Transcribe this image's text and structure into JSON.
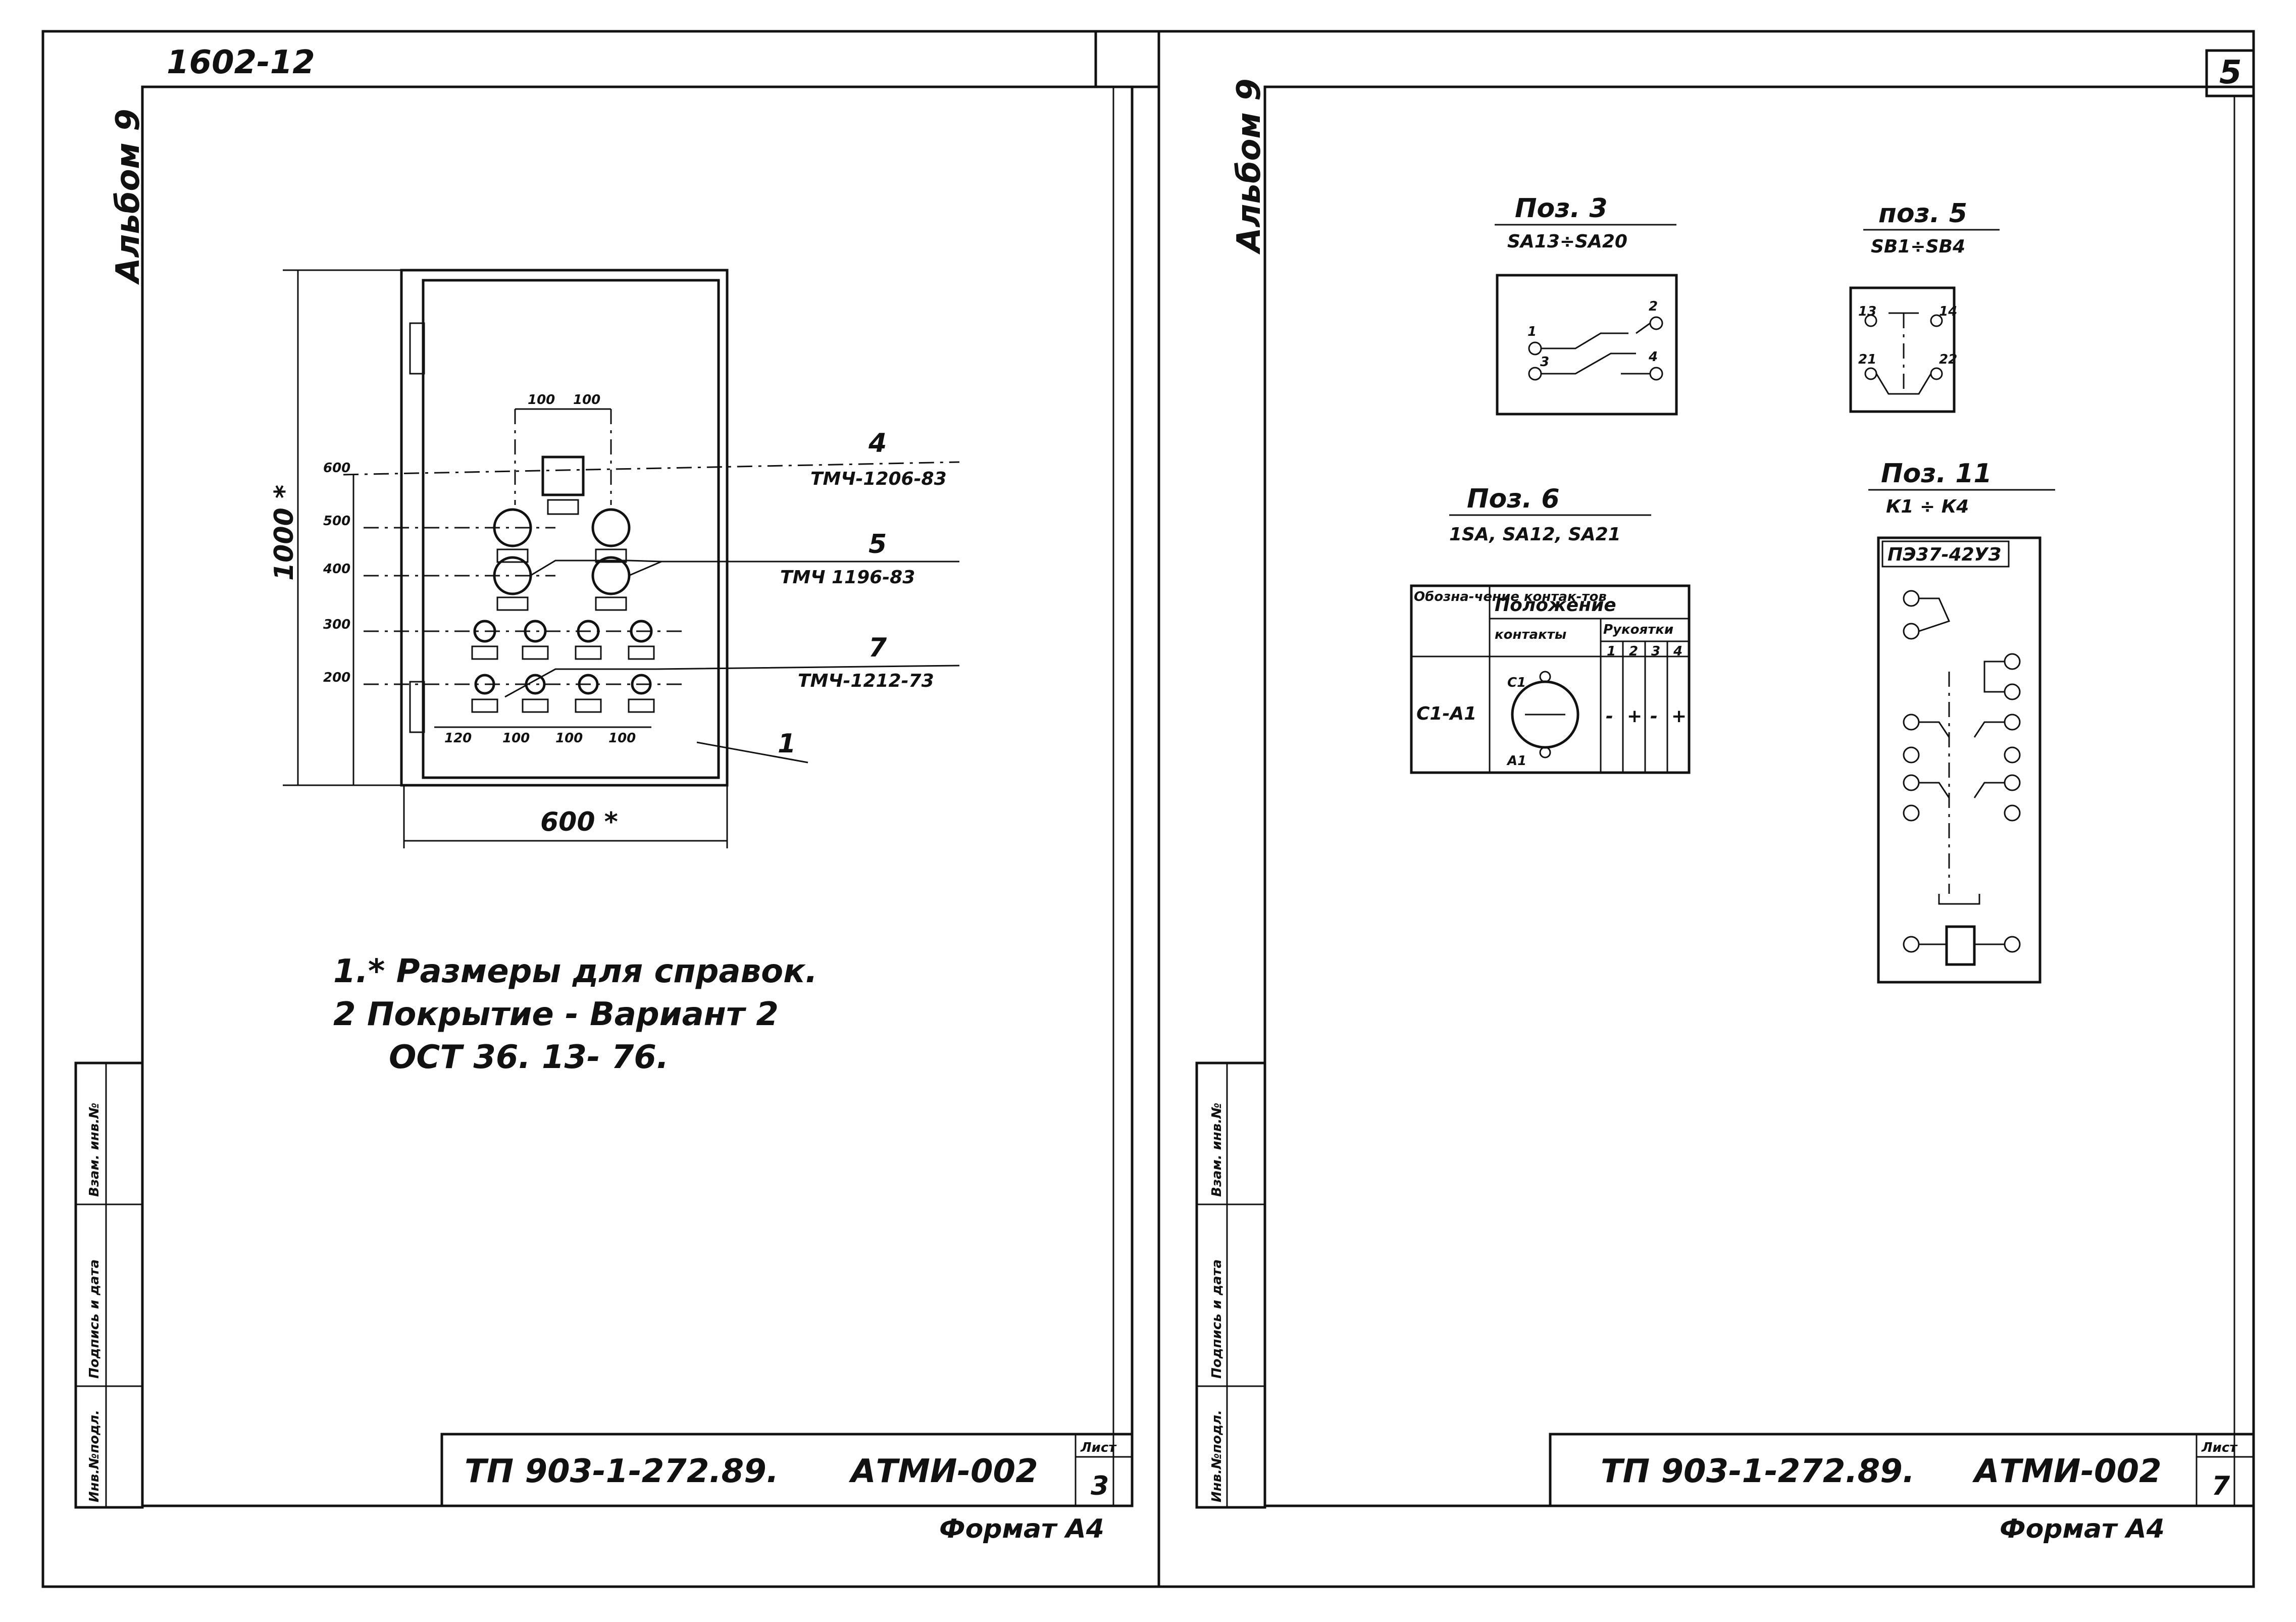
{
  "left_sheet": {
    "top_label": "1602-12",
    "album": "Альбом 9",
    "height_dim": "1000 *",
    "width_dim": "600 *",
    "levels": [
      "600",
      "500",
      "400",
      "300",
      "200"
    ],
    "top_spacing": [
      "100",
      "100"
    ],
    "bottom_spacing": [
      "120",
      "100",
      "100",
      "100"
    ],
    "callouts": [
      {
        "num": "4",
        "ref": "ТМЧ-1206-83"
      },
      {
        "num": "5",
        "ref": "ТМЧ 1196-83"
      },
      {
        "num": "7",
        "ref": "ТМЧ-1212-73"
      },
      {
        "num": "1",
        "ref": ""
      }
    ],
    "notes": [
      "1.* Размеры для справок.",
      "2  Покрытие - Вариант 2",
      "ОСТ 36. 13- 76."
    ],
    "side_stamp": [
      "Инв.№подл.",
      "Подпись и дата",
      "Взам. инв.№"
    ],
    "doc_code": "ТП 903-1-272.89.",
    "doc_suffix": "АТМИ-002",
    "sheet_label": "Лист",
    "sheet_num": "3",
    "format": "Формат А4"
  },
  "right_sheet": {
    "album": "Альбом 9",
    "page_num": "5",
    "pos3": {
      "title": "Поз. 3",
      "sub": "SA13÷SA20",
      "pins": [
        "1",
        "2",
        "3",
        "4"
      ]
    },
    "pos5": {
      "title": "поз. 5",
      "sub": "SB1÷SB4",
      "pins": [
        "13",
        "14",
        "21",
        "22"
      ]
    },
    "pos6": {
      "title": "Поз. 6",
      "sub": "1SA, SA12, SA21",
      "col1": "Обозна-чение контак-тов",
      "header_main": "Положение",
      "header_c1": "контакты",
      "header_c2": "Рукоятки",
      "row_label": "С1-А1",
      "c1_label": "С1",
      "a1_label": "А1",
      "cells": [
        "-",
        "+",
        "-",
        "+"
      ],
      "handle_cols": [
        "1",
        "2",
        "3",
        "4"
      ]
    },
    "pos11": {
      "title": "Поз. 11",
      "sub": "К1 ÷ К4",
      "relay": "ПЭ37-42УЗ"
    },
    "doc_code": "ТП 903-1-272.89.",
    "doc_suffix": "АТМИ-002",
    "sheet_label": "Лист",
    "sheet_num": "7",
    "format": "Формат А4",
    "side_stamp": [
      "Инв.№подл.",
      "Подпись и дата",
      "Взам. инв.№"
    ]
  }
}
